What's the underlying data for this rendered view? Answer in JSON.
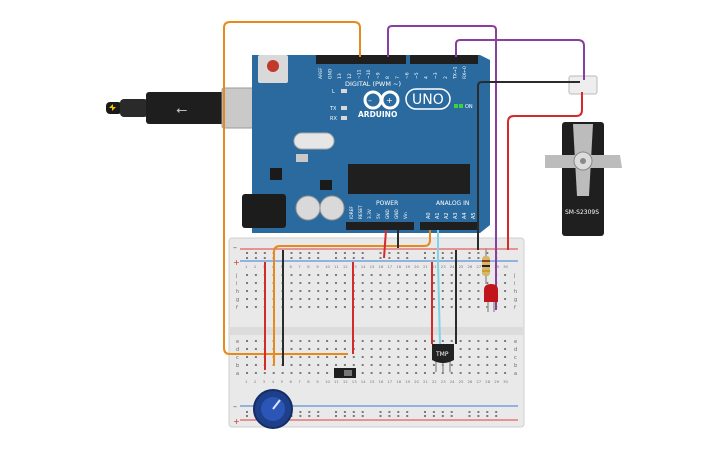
{
  "arduino": {
    "logo_text": "ARDUINO",
    "model": "UNO",
    "digital_label": "DIGITAL (PWM ~)",
    "power_label": "POWER",
    "analog_label": "ANALOG IN",
    "on_label": "ON",
    "led_labels": [
      "L",
      "TX",
      "RX"
    ],
    "digital_pins": [
      "AREF",
      "GND",
      "13",
      "12",
      "~11",
      "~10",
      "~9",
      "8",
      "7",
      "~6",
      "~5",
      "4",
      "~3",
      "2",
      "TX→1",
      "RX←0"
    ],
    "power_pins": [
      "IOREF",
      "RESET",
      "3.3V",
      "5V",
      "GND",
      "GND",
      "Vin"
    ],
    "analog_pins": [
      "A0",
      "A1",
      "A2",
      "A3",
      "A4",
      "A5"
    ]
  },
  "servo": {
    "label": "SM-S2309S"
  },
  "temp_sensor": {
    "label": "TMP"
  },
  "breadboard": {
    "rows_top": [
      "j",
      "i",
      "h",
      "g",
      "f"
    ],
    "rows_bottom": [
      "e",
      "d",
      "c",
      "b",
      "a"
    ],
    "column_numbers": [
      "1",
      "2",
      "3",
      "4",
      "5",
      "6",
      "7",
      "8",
      "9",
      "10",
      "11",
      "12",
      "13",
      "14",
      "15",
      "16",
      "17",
      "18",
      "19",
      "20",
      "21",
      "22",
      "23",
      "24",
      "25",
      "26",
      "27",
      "28",
      "29",
      "30"
    ]
  },
  "colors": {
    "board": "#2a6a9e",
    "breadboard": "#e9e9e9",
    "wire_orange": "#e8891c",
    "wire_purple": "#8a3f9e",
    "wire_red": "#d62a2a",
    "wire_black": "#2b2b2b",
    "wire_cyan": "#7fd3e4"
  }
}
